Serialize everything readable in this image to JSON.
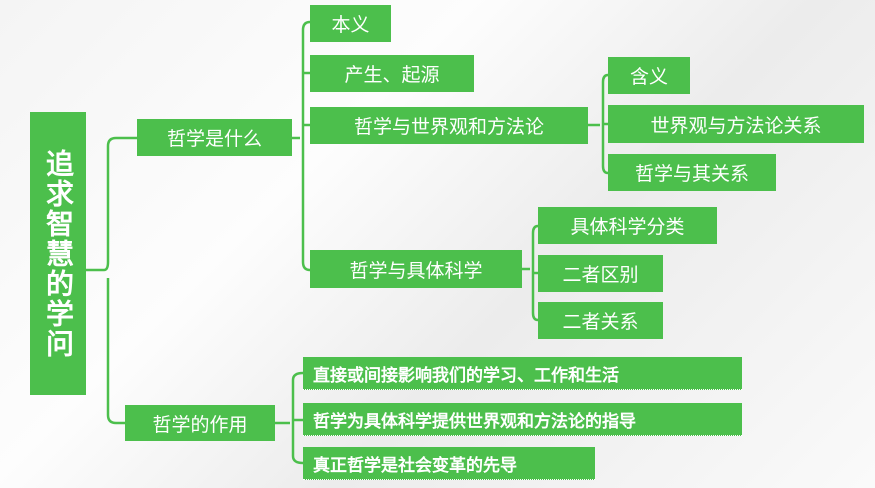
{
  "root": "追求智慧的学问",
  "branches": {
    "what": {
      "label": "哲学是什么",
      "children": {
        "a": "本义",
        "b": "产生、起源",
        "c": {
          "label": "哲学与世界观和方法论",
          "children": [
            "含义",
            "世界观与方法论关系",
            "哲学与其关系"
          ]
        },
        "d": {
          "label": "哲学与具体科学",
          "children": [
            "具体科学分类",
            "二者区别",
            "二者关系"
          ]
        }
      }
    },
    "role": {
      "label": "哲学的作用",
      "children": [
        "直接或间接影响我们的学习、工作和生活",
        "哲学为具体科学提供世界观和方法论的指导",
        "真正哲学是社会变革的先导"
      ]
    }
  },
  "colors": {
    "node": "#4cbf4c",
    "line": "#4cbf4c"
  }
}
